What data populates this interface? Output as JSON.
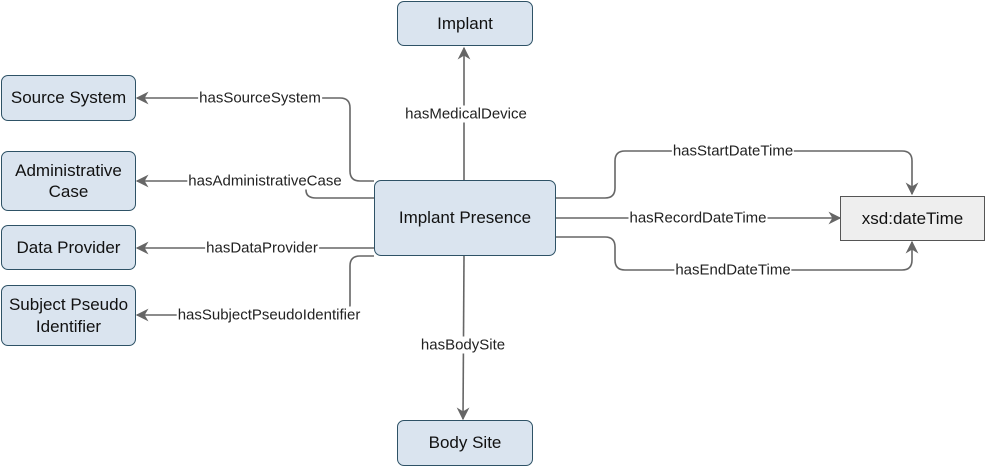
{
  "nodes": {
    "implant": "Implant",
    "source_system": "Source System",
    "administrative_case": "Administrative Case",
    "data_provider": "Data Provider",
    "subject_pseudo_identifier": "Subject Pseudo Identifier",
    "implant_presence": "Implant Presence",
    "xsd_datetime": "xsd:dateTime",
    "body_site": "Body Site"
  },
  "edges": {
    "has_medical_device": "hasMedicalDevice",
    "has_source_system": "hasSourceSystem",
    "has_administrative_case": "hasAdministrativeCase",
    "has_data_provider": "hasDataProvider",
    "has_subject_pseudo_identifier": "hasSubjectPseudoIdentifier",
    "has_body_site": "hasBodySite",
    "has_start_date_time": "hasStartDateTime",
    "has_record_date_time": "hasRecordDateTime",
    "has_end_date_time": "hasEndDateTime"
  },
  "colors": {
    "node_fill": "#dae4ef",
    "node_border": "#2e5266",
    "literal_fill": "#eeeeee",
    "edge": "#666666"
  }
}
